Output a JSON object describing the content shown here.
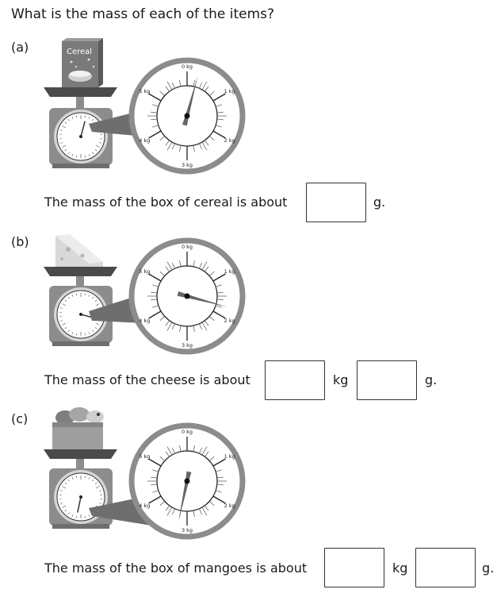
{
  "question": "What is the mass of each of the items?",
  "colors": {
    "scale_dark": "#4a4a4a",
    "scale_mid": "#8c8c8c",
    "scale_light": "#d0d0d0"
  },
  "dial_labels": [
    "0 kg",
    "1 kg",
    "2 kg",
    "3 kg",
    "4 kg",
    "5 kg"
  ],
  "parts": [
    {
      "label": "(a)",
      "item_icon": "cereal-box-icon",
      "item_text": "Cereal",
      "pointer_kg": 0.25,
      "sentence": "The mass of the box of cereal is about",
      "units": [
        "g."
      ]
    },
    {
      "label": "(b)",
      "item_icon": "cheese-icon",
      "pointer_kg": 1.75,
      "sentence": "The mass of the cheese is about",
      "units": [
        "kg",
        "g."
      ]
    },
    {
      "label": "(c)",
      "item_icon": "mangoes-box-icon",
      "pointer_kg": 3.2,
      "sentence": "The mass of the box of mangoes is about",
      "units": [
        "kg",
        "g."
      ]
    }
  ]
}
